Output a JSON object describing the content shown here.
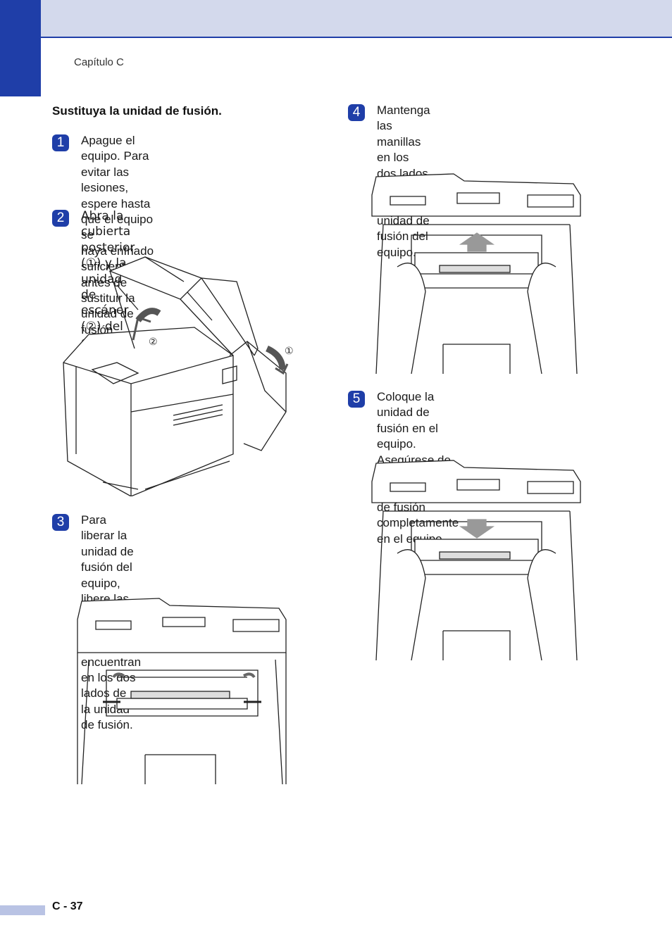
{
  "header": {
    "chapter": "Capítulo C"
  },
  "section_title": "Sustituya la unidad de fusión.",
  "steps": [
    {
      "number": "1",
      "text": "Apague el equipo. Para evitar las\nlesiones, espere hasta que el equipo se\nhaya enfriado suficientemente antes de\nsustituir la unidad de fusión."
    },
    {
      "number": "2",
      "text": "Abra la cubierta posterior (①) y la\nunidad de escáner (②) del equipo."
    },
    {
      "number": "3",
      "text": "Para liberar la unidad de fusión del\nequipo, libere las palancas de bloqueo\nque se encuentran en los dos lados de\nla unidad de fusión."
    },
    {
      "number": "4",
      "text": "Mantenga las manillas en los dos lados\npara extraer la unidad de fusión del\nequipo."
    },
    {
      "number": "5",
      "text": "Coloque la unidad de fusión en el\nequipo. Asegúrese de inserter la unidad\nde fusión completamente en el equipo."
    }
  ],
  "figure_callouts": {
    "one": "①",
    "two": "②"
  },
  "footer": {
    "page": "C - 37"
  }
}
